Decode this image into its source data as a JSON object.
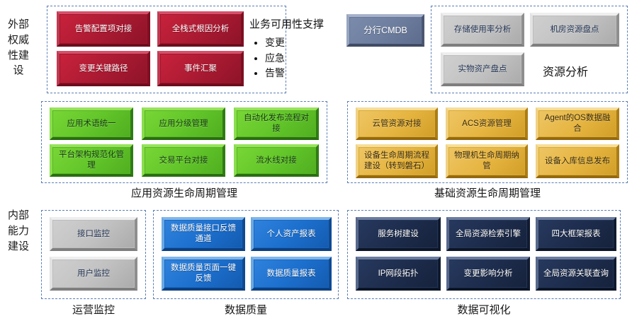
{
  "rails": {
    "outer": "外部权威性建设",
    "inner": "内部能力建设"
  },
  "business_support": {
    "title": "业务可用性支撑",
    "items": [
      "变更",
      "应急",
      "告警"
    ]
  },
  "groups": {
    "alarm": {
      "boxes": [
        {
          "label": "告警配置项对接"
        },
        {
          "label": "全栈式根因分析"
        },
        {
          "label": "变更关键路径"
        },
        {
          "label": "事件汇聚"
        }
      ]
    },
    "cmdb": {
      "boxes": [
        {
          "label": "分行CMDB"
        }
      ]
    },
    "resource_analysis": {
      "title": "资源分析",
      "boxes": [
        {
          "label": "存储使用率分析"
        },
        {
          "label": "机房资源盘点"
        },
        {
          "label": "实物资产盘点"
        }
      ]
    },
    "app_lifecycle": {
      "caption": "应用资源生命周期管理",
      "boxes": [
        {
          "label": "应用术语统一"
        },
        {
          "label": "应用分级管理"
        },
        {
          "label": "自动化发布流程对接"
        },
        {
          "label": "平台架构规范化管理"
        },
        {
          "label": "交易平台对接"
        },
        {
          "label": "流水线对接"
        }
      ]
    },
    "infra_lifecycle": {
      "caption": "基础资源生命周期管理",
      "boxes": [
        {
          "label": "云管资源对接"
        },
        {
          "label": "ACS资源管理"
        },
        {
          "label": "Agent的OS数据融合"
        },
        {
          "label": "设备生命周期流程建设（转到磐石）"
        },
        {
          "label": "物理机生命周期纳管"
        },
        {
          "label": "设备入库信息发布"
        }
      ]
    },
    "ops_monitor": {
      "caption": "运营监控",
      "boxes": [
        {
          "label": "接口监控"
        },
        {
          "label": "用户监控"
        }
      ]
    },
    "data_quality": {
      "caption": "数据质量",
      "boxes": [
        {
          "label": "数据质量接口反馈通道"
        },
        {
          "label": "个人资产报表"
        },
        {
          "label": "数据质量页面一键反馈"
        },
        {
          "label": "数据质量报表"
        }
      ]
    },
    "data_viz": {
      "caption": "数据可视化",
      "boxes": [
        {
          "label": "服务树建设"
        },
        {
          "label": "全局资源检索引擎"
        },
        {
          "label": "四大框架报表"
        },
        {
          "label": "IP网段拓扑"
        },
        {
          "label": "变更影响分析"
        },
        {
          "label": "全局资源关联查询"
        }
      ]
    }
  },
  "colors": {
    "red": "#ad1b33",
    "green": "#63c62a",
    "gold": "#e6b541",
    "grey": "#c2c2c2",
    "slate": "#6e7e9e",
    "blue": "#1c6fcd",
    "navy": "#1d2c4c",
    "dashed_border": "#5a7fb5"
  }
}
